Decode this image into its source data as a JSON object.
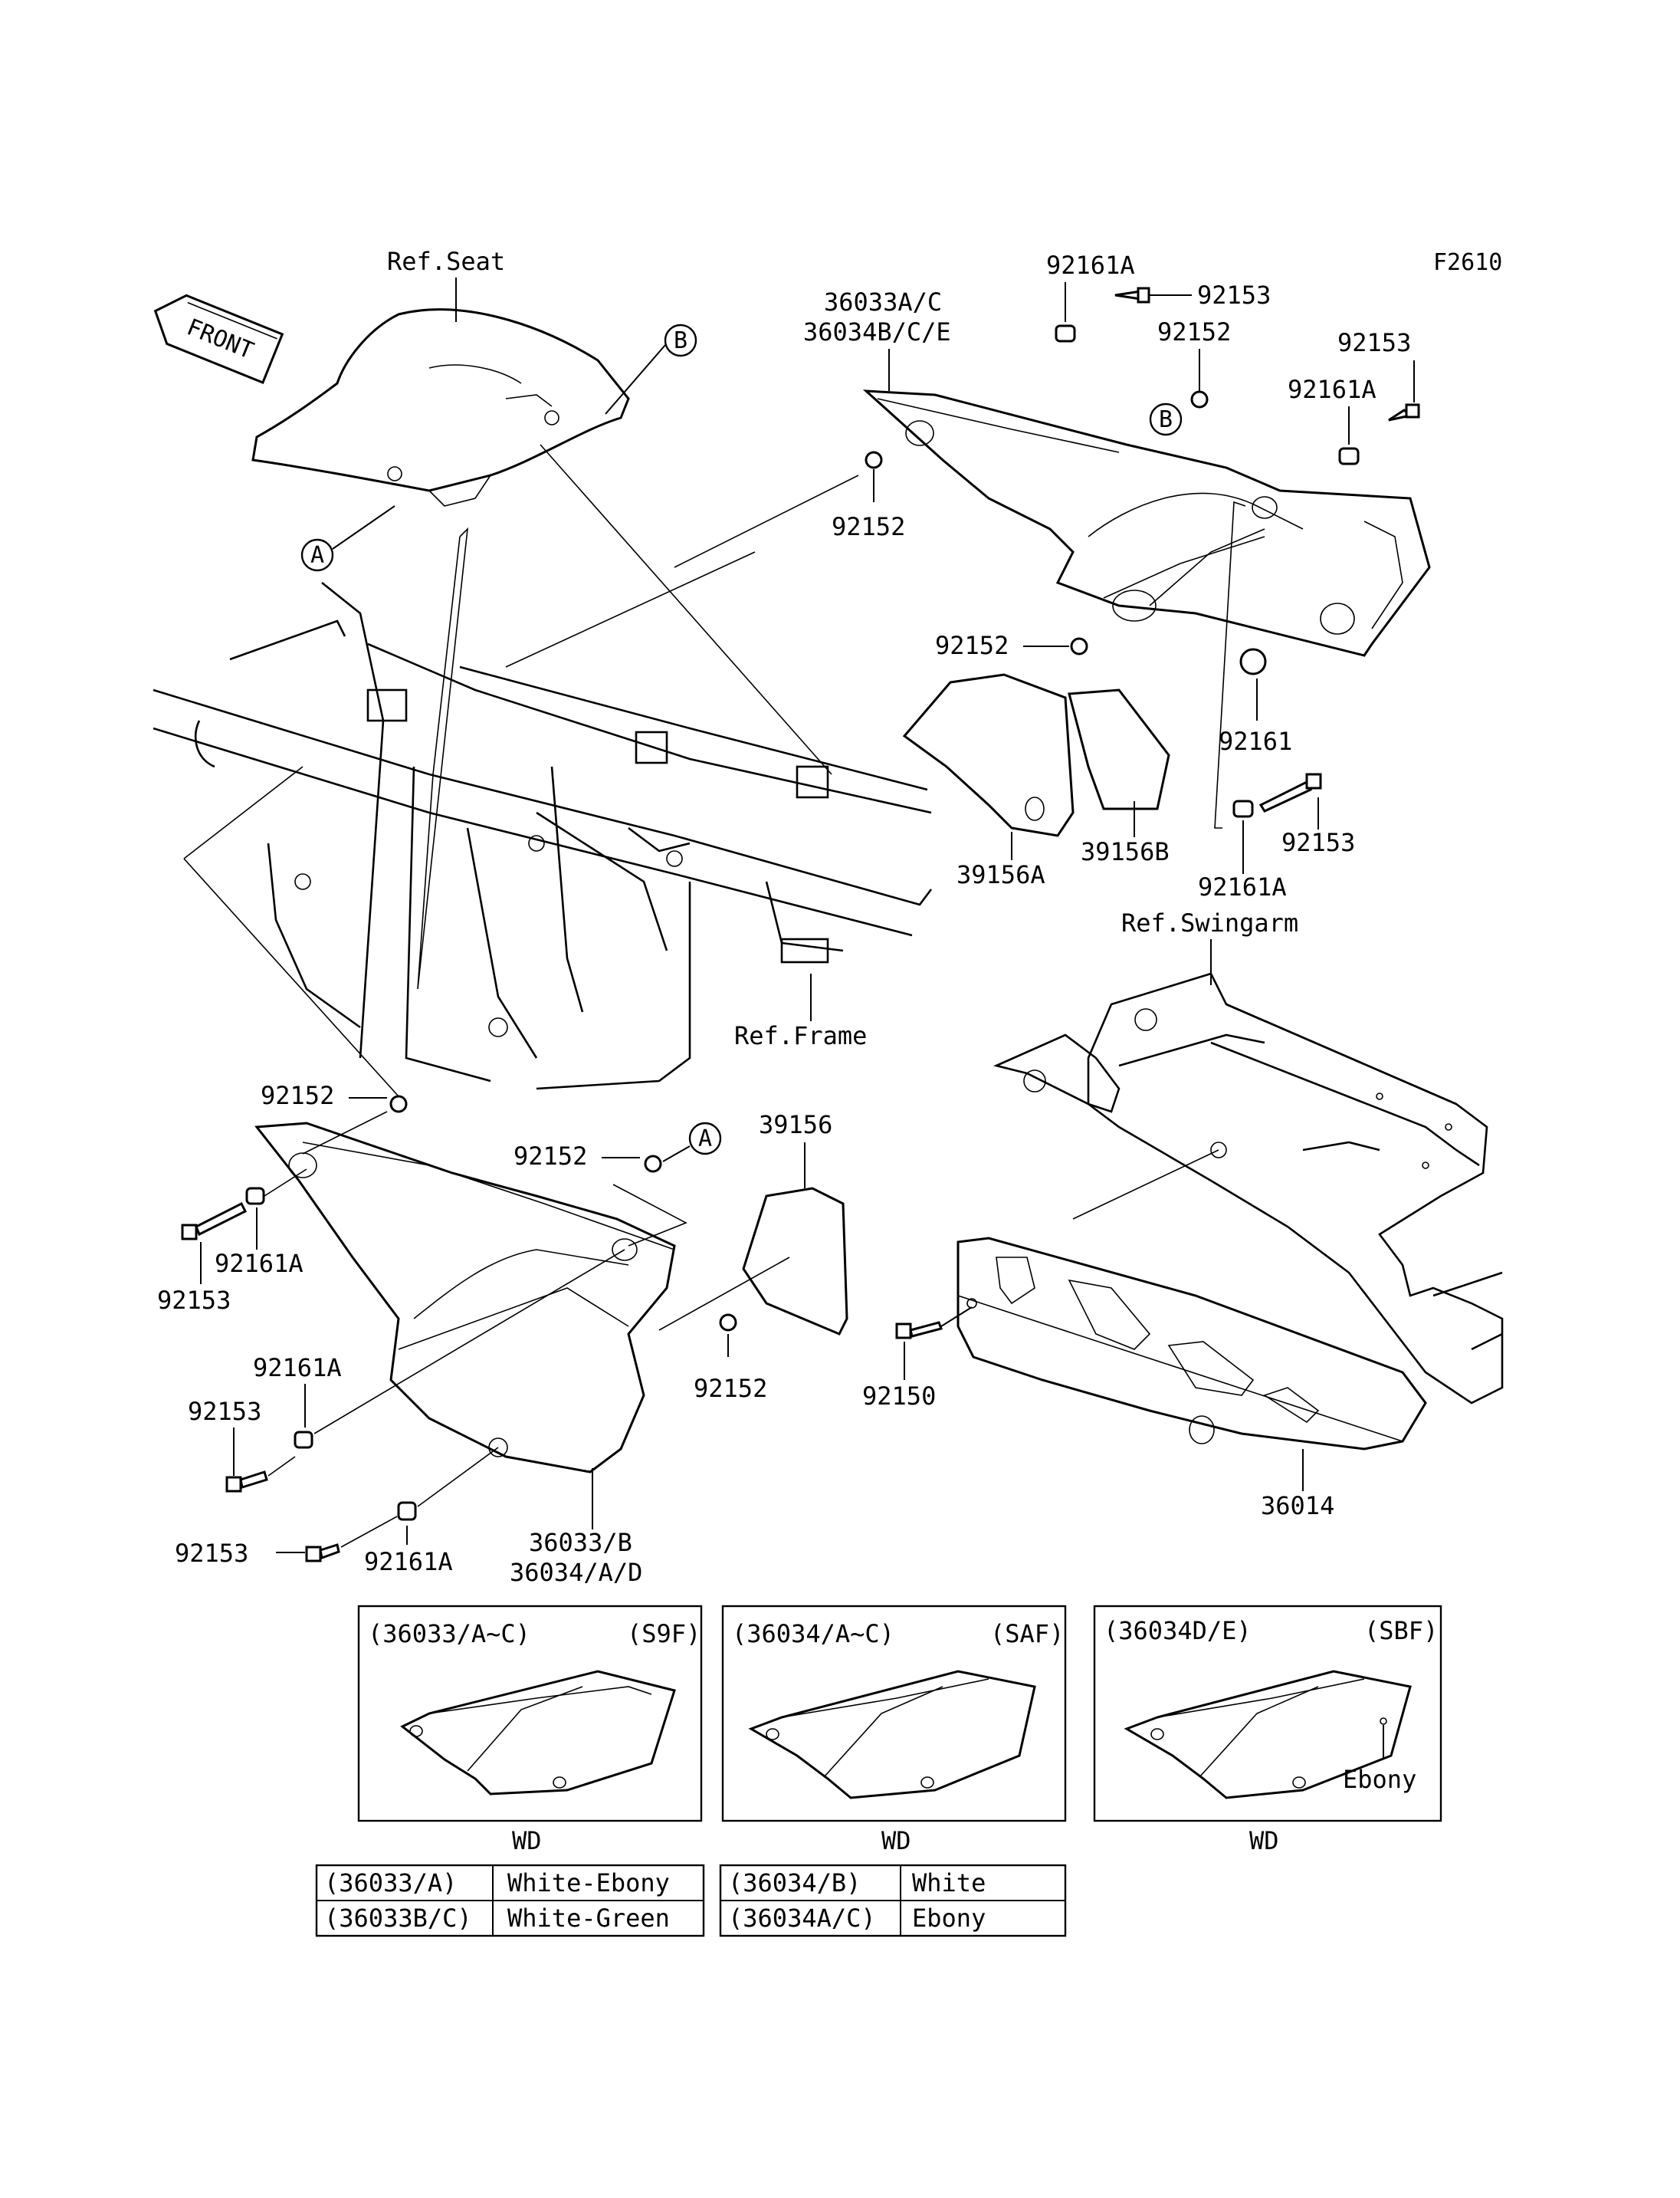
{
  "figure_code": "F2610",
  "front_arrow": "FRONT",
  "refs": {
    "seat": "Ref.Seat",
    "frame": "Ref.Frame",
    "swingarm": "Ref.Swingarm"
  },
  "callout_markers": {
    "a": "A",
    "b": "B"
  },
  "labels": {
    "p_36033ac": "36033A/C",
    "p_36034bce": "36034B/C/E",
    "p_92161a_1": "92161A",
    "p_92153_1": "92153",
    "p_92152_1": "92152",
    "p_92153_2": "92153",
    "p_92161a_2": "92161A",
    "p_92152_2": "92152",
    "p_92152_3": "92152",
    "p_92161": "92161",
    "p_92153_3": "92153",
    "p_92161a_3": "92161A",
    "p_39156a": "39156A",
    "p_39156b": "39156B",
    "p_92152_4": "92152",
    "p_92152_5": "92152",
    "p_39156": "39156",
    "p_92161a_4": "92161A",
    "p_92153_4": "92153",
    "p_92161a_5": "92161A",
    "p_92153_5": "92153",
    "p_92152_6": "92152",
    "p_92153_6": "92153",
    "p_92161a_6": "92161A",
    "p_36033b": "36033/B",
    "p_36034ad": "36034/A/D",
    "p_92150": "92150",
    "p_36014": "36014"
  },
  "variants": [
    {
      "code": "(36033/A~C)",
      "model": "(S9F)",
      "market": "WD",
      "note": ""
    },
    {
      "code": "(36034/A~C)",
      "model": "(SAF)",
      "market": "WD",
      "note": ""
    },
    {
      "code": "(36034D/E)",
      "model": "(SBF)",
      "market": "WD",
      "note": "Ebony"
    }
  ],
  "color_tables": [
    {
      "rows": [
        [
          "(36033/A)",
          "White-Ebony"
        ],
        [
          "(36033B/C)",
          "White-Green"
        ]
      ]
    },
    {
      "rows": [
        [
          "(36034/B)",
          "White"
        ],
        [
          "(36034A/C)",
          "Ebony"
        ]
      ]
    }
  ]
}
